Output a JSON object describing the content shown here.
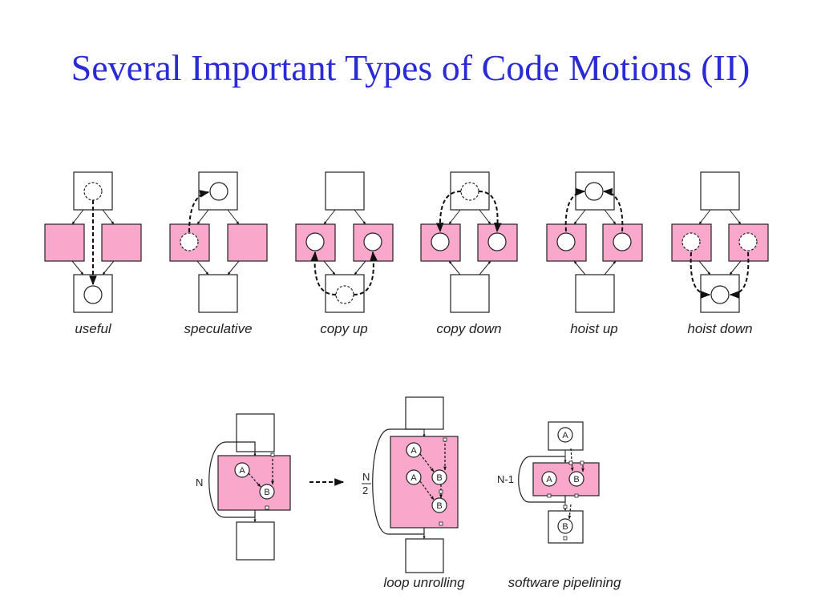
{
  "slide": {
    "title": "Several Important Types of Code Motions (II)"
  },
  "motions": [
    {
      "caption": "useful"
    },
    {
      "caption": "speculative"
    },
    {
      "caption": "copy up"
    },
    {
      "caption": "copy down"
    },
    {
      "caption": "hoist up"
    },
    {
      "caption": "hoist down"
    }
  ],
  "loops": {
    "original_count": "N",
    "unrolled_numerator": "N",
    "unrolled_denominator": "2",
    "pipelined_count": "N-1",
    "node_a": "A",
    "node_b": "B",
    "unrolling_caption": "loop unrolling",
    "pipelining_caption": "software pipelining"
  },
  "colors": {
    "title": "#2b2bd6",
    "block_fill": "#f9a8cb"
  }
}
